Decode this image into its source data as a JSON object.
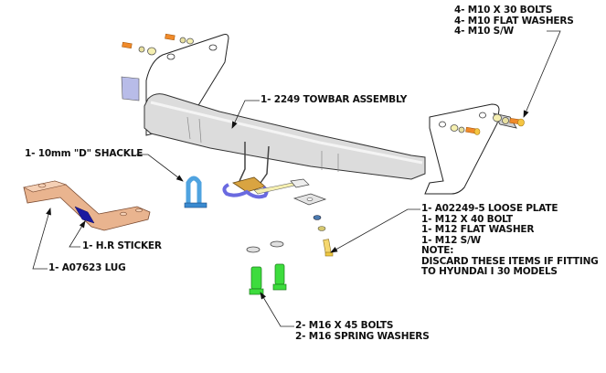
{
  "title": "Towbar parts diagram",
  "callouts": {
    "m10_bolts": {
      "lines": [
        "4- M10 X 30 BOLTS",
        "4- M10 FLAT WASHERS",
        "4- M10 S/W"
      ]
    },
    "towbar_assembly": {
      "lines": [
        "1- 2249 TOWBAR ASSEMBLY"
      ]
    },
    "shackle": {
      "lines": [
        "1- 10mm \"D\" SHACKLE"
      ]
    },
    "hr_sticker": {
      "lines": [
        "1- H.R STICKER"
      ]
    },
    "lug": {
      "lines": [
        "1- A07623 LUG"
      ]
    },
    "loose_plate": {
      "lines": [
        "1- A02249-5 LOOSE PLATE",
        "1- M12 X 40 BOLT",
        "1- M12 FLAT WASHER",
        "1- M12 S/W",
        "NOTE:",
        "DISCARD THESE ITEMS IF FITTING",
        "TO HYUNDAI I 30 MODELS"
      ]
    },
    "m16_bolts": {
      "lines": [
        "2- M16 X 45 BOLTS",
        "2- M16 SPRING WASHERS"
      ]
    }
  },
  "colors": {
    "bolt_orange": "#f08a2a",
    "bolt_green": "#3ddc3d",
    "bolt_yellow": "#f5d76e",
    "shackle_blue": "#4fa3e0",
    "lug_copper": "#e9b48f",
    "sticker_blue": "#1a1aa0",
    "chain_purple": "#6a6ae0",
    "plate_gold": "#d9a441",
    "bar_grey": "#dcdcdc",
    "tag_lavender": "#b8bce8"
  }
}
